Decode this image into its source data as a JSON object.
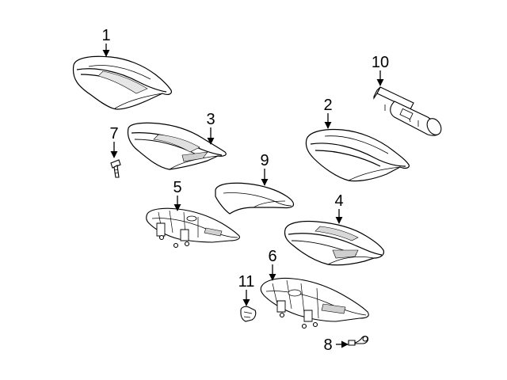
{
  "diagram": {
    "callouts": [
      {
        "id": "1",
        "label": "1"
      },
      {
        "id": "2",
        "label": "2"
      },
      {
        "id": "3",
        "label": "3"
      },
      {
        "id": "4",
        "label": "4"
      },
      {
        "id": "5",
        "label": "5"
      },
      {
        "id": "6",
        "label": "6"
      },
      {
        "id": "7",
        "label": "7"
      },
      {
        "id": "8",
        "label": "8"
      },
      {
        "id": "9",
        "label": "9"
      },
      {
        "id": "10",
        "label": "10"
      },
      {
        "id": "11",
        "label": "11"
      }
    ]
  },
  "colors": {
    "line": "#000000",
    "fill": "#ffffff",
    "shade": "#d9d9d9"
  }
}
